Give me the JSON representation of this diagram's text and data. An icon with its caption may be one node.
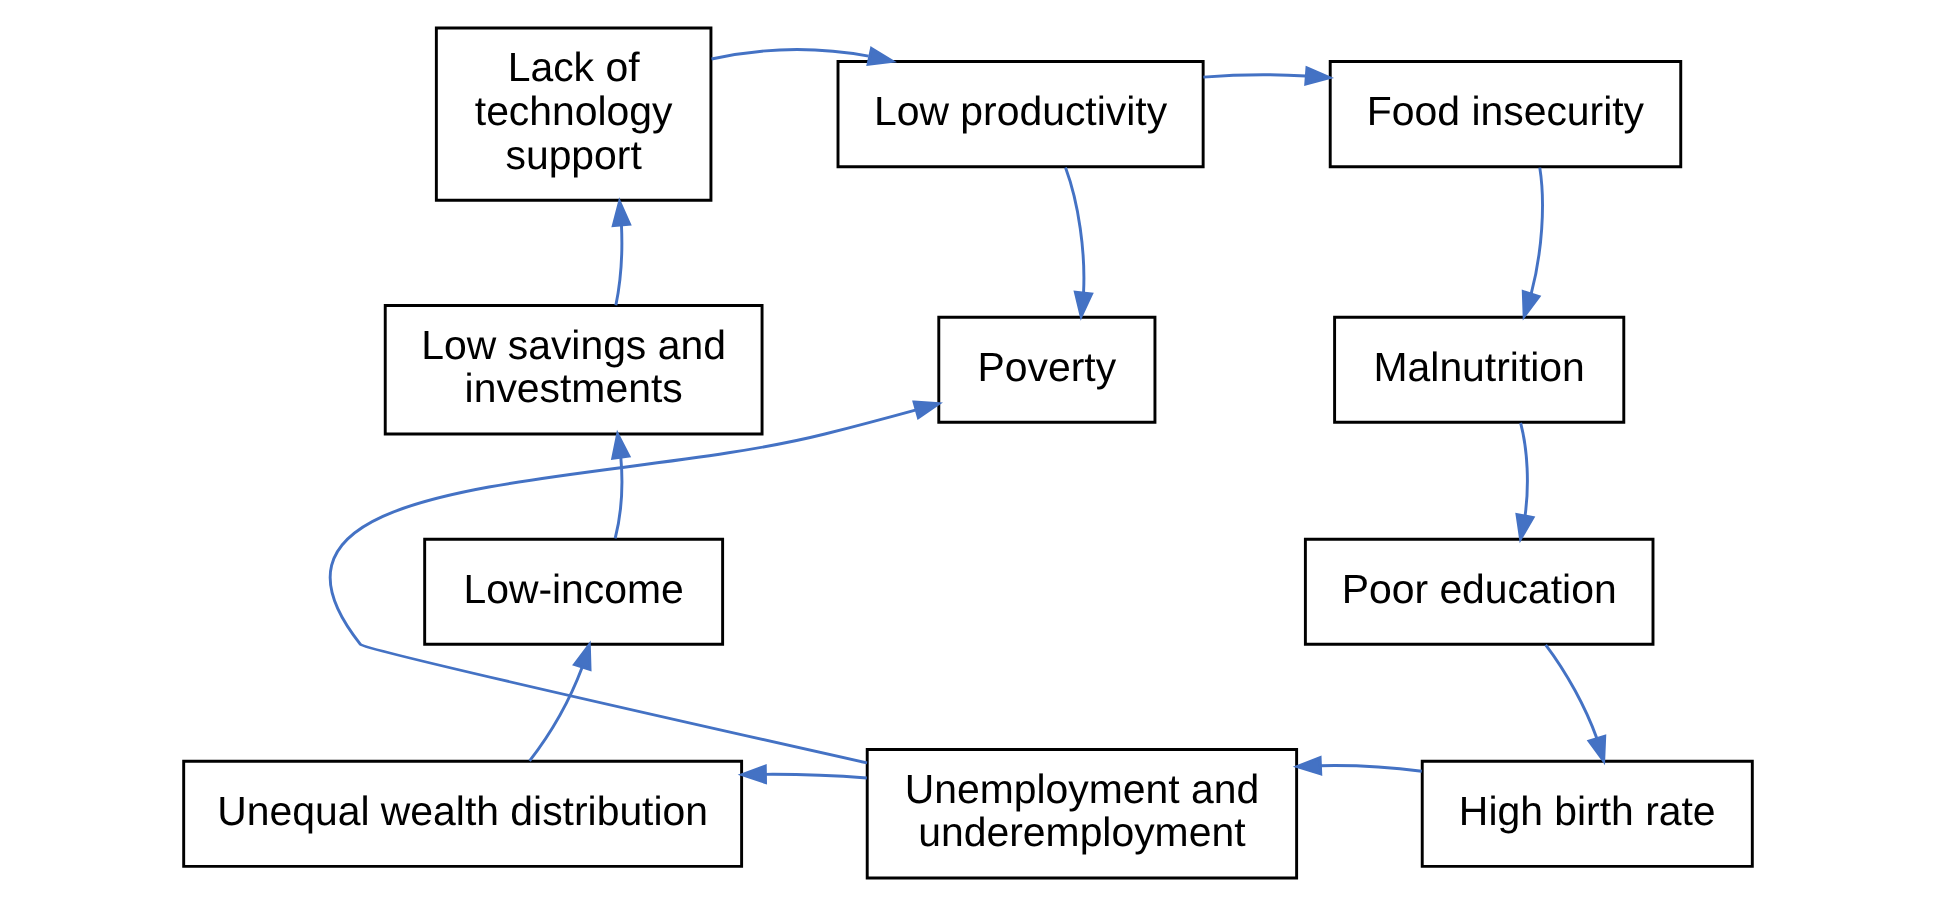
{
  "diagram": {
    "nodes": [
      {
        "text": [
          "Low productivity"
        ]
      },
      {
        "text": [
          "Lack of technology support"
        ]
      },
      {
        "text": [
          "Food insecurity"
        ]
      },
      {
        "text": [
          "Low savings and investments"
        ]
      },
      {
        "text": [
          "Poverty"
        ]
      },
      {
        "text": [
          "Malnutrition"
        ]
      },
      {
        "text": [
          "Low-income"
        ]
      },
      {
        "text": [
          "Poor education"
        ]
      },
      {
        "text": [
          "Unequal wealth distribution"
        ]
      },
      {
        "text": [
          "Unemployment and underemployment"
        ]
      },
      {
        "text": [
          "High birth rate"
        ]
      }
    ],
    "edges": [
      {
        "from": 1,
        "to": 0,
        "arrow": "to"
      },
      {
        "from": 0,
        "to": 2,
        "arrow": "to"
      },
      {
        "from": 0,
        "to": 4,
        "arrow": "to"
      },
      {
        "from": 2,
        "to": 5,
        "arrow": "to"
      },
      {
        "from": 5,
        "to": 7,
        "arrow": "to"
      },
      {
        "from": 7,
        "to": 10,
        "arrow": "to"
      },
      {
        "from": 10,
        "to": 9,
        "arrow": "to"
      },
      {
        "from": 9,
        "to": 4,
        "arrow": "to"
      },
      {
        "from": 9,
        "to": 8,
        "arrow": "to"
      },
      {
        "from": 8,
        "to": 6,
        "arrow": "to"
      },
      {
        "from": 6,
        "to": 3,
        "arrow": "to"
      },
      {
        "from": 3,
        "to": 1,
        "arrow": "to"
      }
    ]
  }
}
